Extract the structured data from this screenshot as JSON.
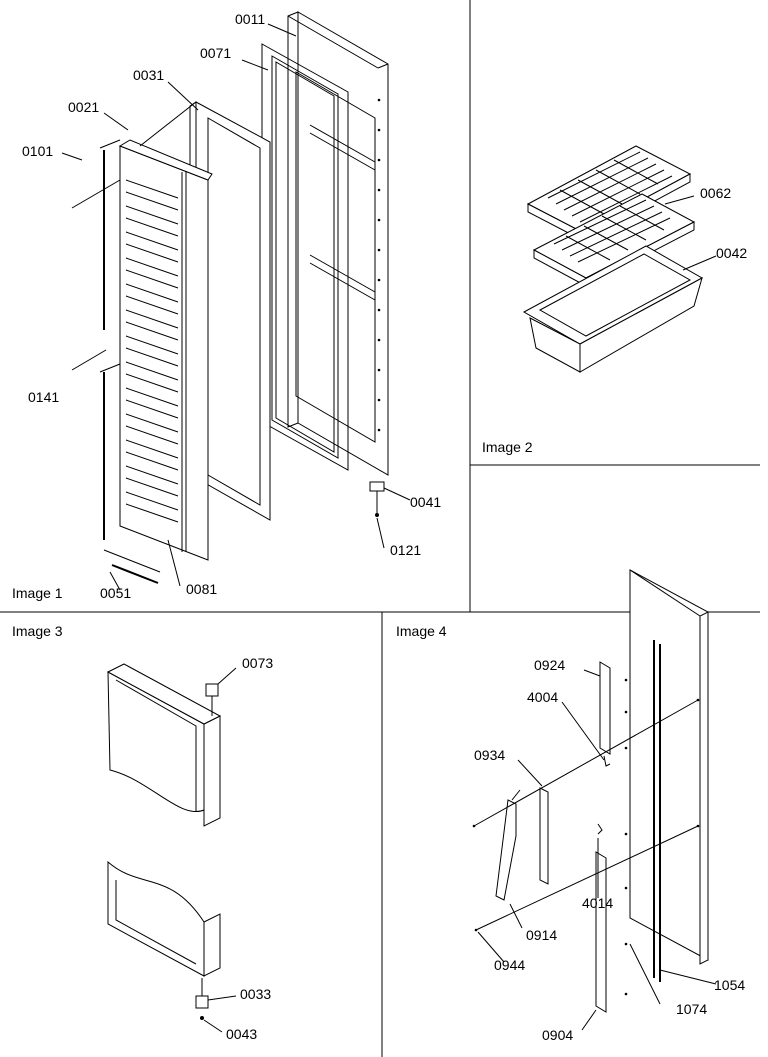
{
  "panels": [
    {
      "label": "Image 1"
    },
    {
      "label": "Image 2"
    },
    {
      "label": "Image 3"
    },
    {
      "label": "Image 4"
    }
  ],
  "callouts": {
    "image1": [
      "0011",
      "0071",
      "0031",
      "0021",
      "0101",
      "0141",
      "0051",
      "0081",
      "0041",
      "0121"
    ],
    "image2": [
      "0062",
      "0042"
    ],
    "image3": [
      "0073",
      "0033",
      "0043"
    ],
    "image4": [
      "0924",
      "4004",
      "0934",
      "4014",
      "0914",
      "0944",
      "1054",
      "1074",
      "0904"
    ]
  }
}
